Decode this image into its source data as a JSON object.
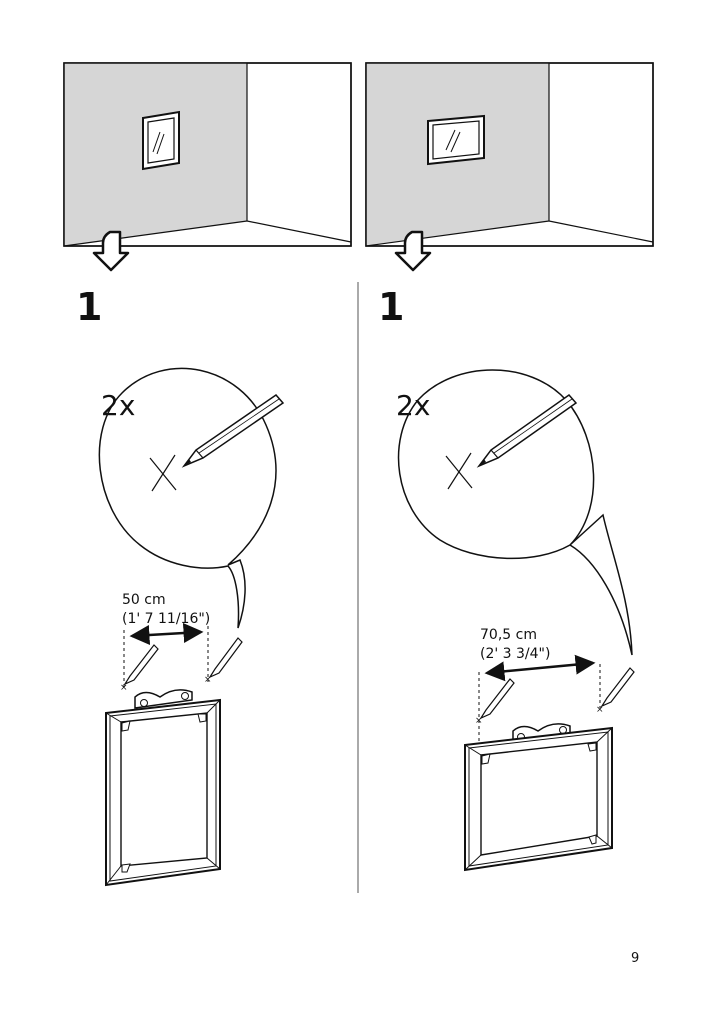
{
  "page_number": "9",
  "panels": [
    {
      "step": "1",
      "quantity": "2x",
      "distance_metric": "50 cm",
      "distance_imperial": "(1' 7 11/16\")",
      "orientation": "portrait"
    },
    {
      "step": "1",
      "quantity": "2x",
      "distance_metric": "70,5 cm",
      "distance_imperial": "(2' 3 3/4\")",
      "orientation": "landscape"
    }
  ],
  "colors": {
    "wall_shade": "#d6d6d6",
    "line": "#111111",
    "background": "#ffffff"
  },
  "icons": [
    "down-arrow-icon",
    "pencil-icon",
    "x-mark-icon",
    "frame-illustration"
  ]
}
